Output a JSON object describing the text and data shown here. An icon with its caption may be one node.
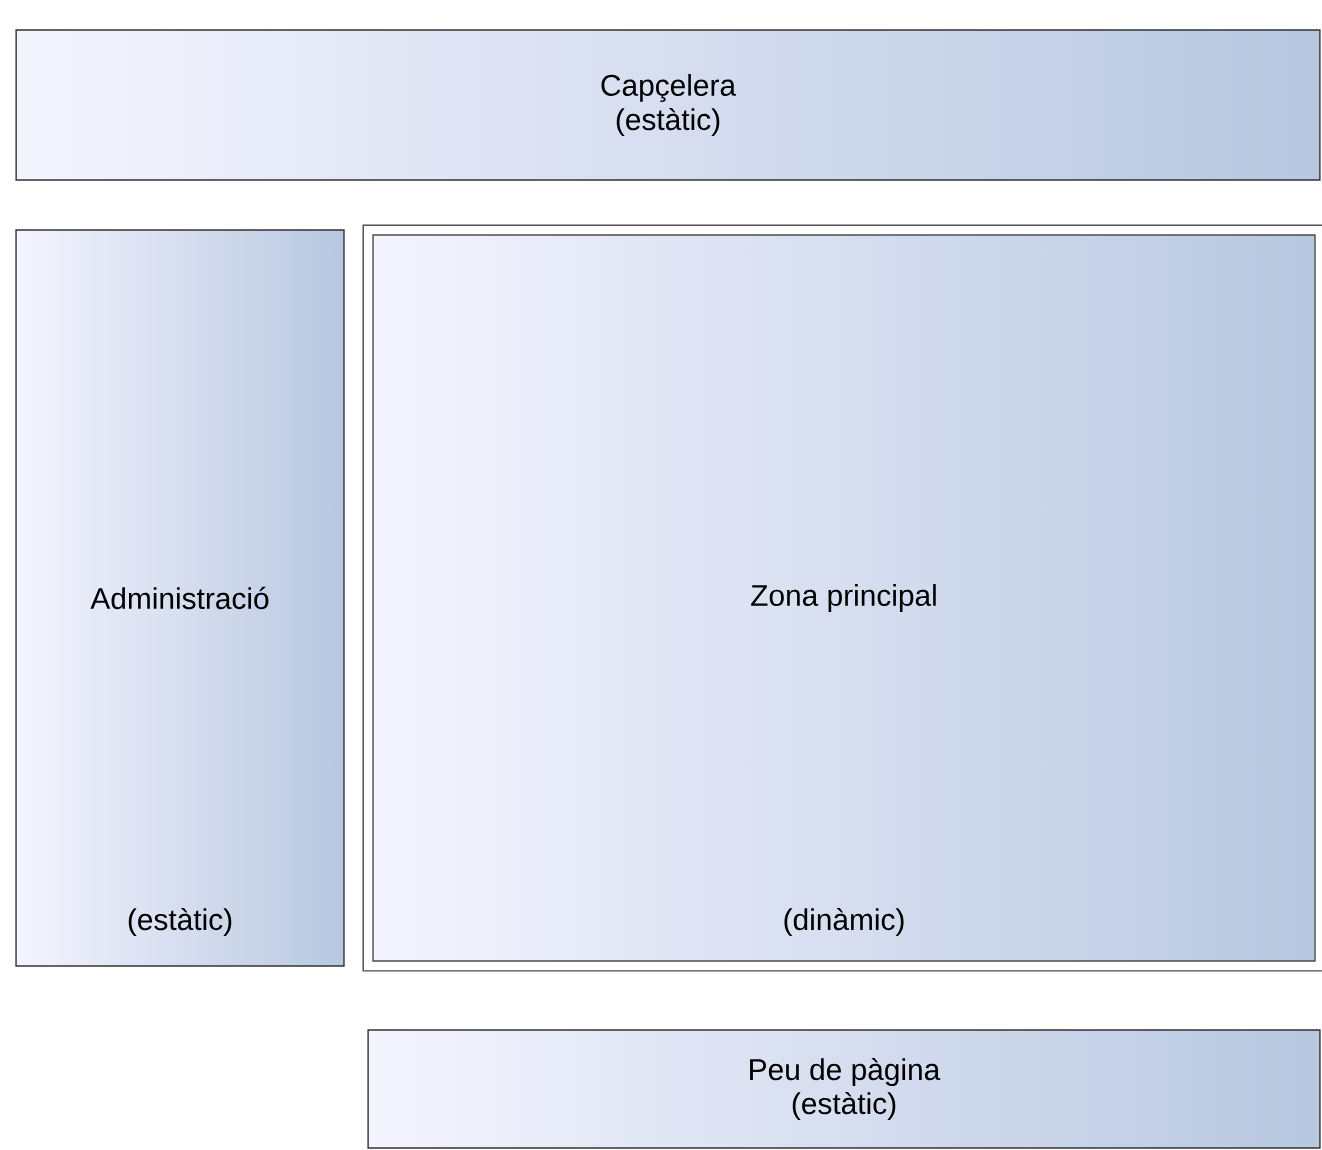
{
  "diagram": {
    "nodes": [
      {
        "text": [
          "Capçelera",
          "(estàtic)"
        ]
      },
      {
        "text": [
          "Administració",
          "(estàtic)"
        ]
      },
      {
        "text": [
          "Zona principal",
          "(dinàmic)"
        ]
      },
      {
        "text": [
          "Peu de pàgina",
          "(estàtic)"
        ]
      }
    ]
  }
}
